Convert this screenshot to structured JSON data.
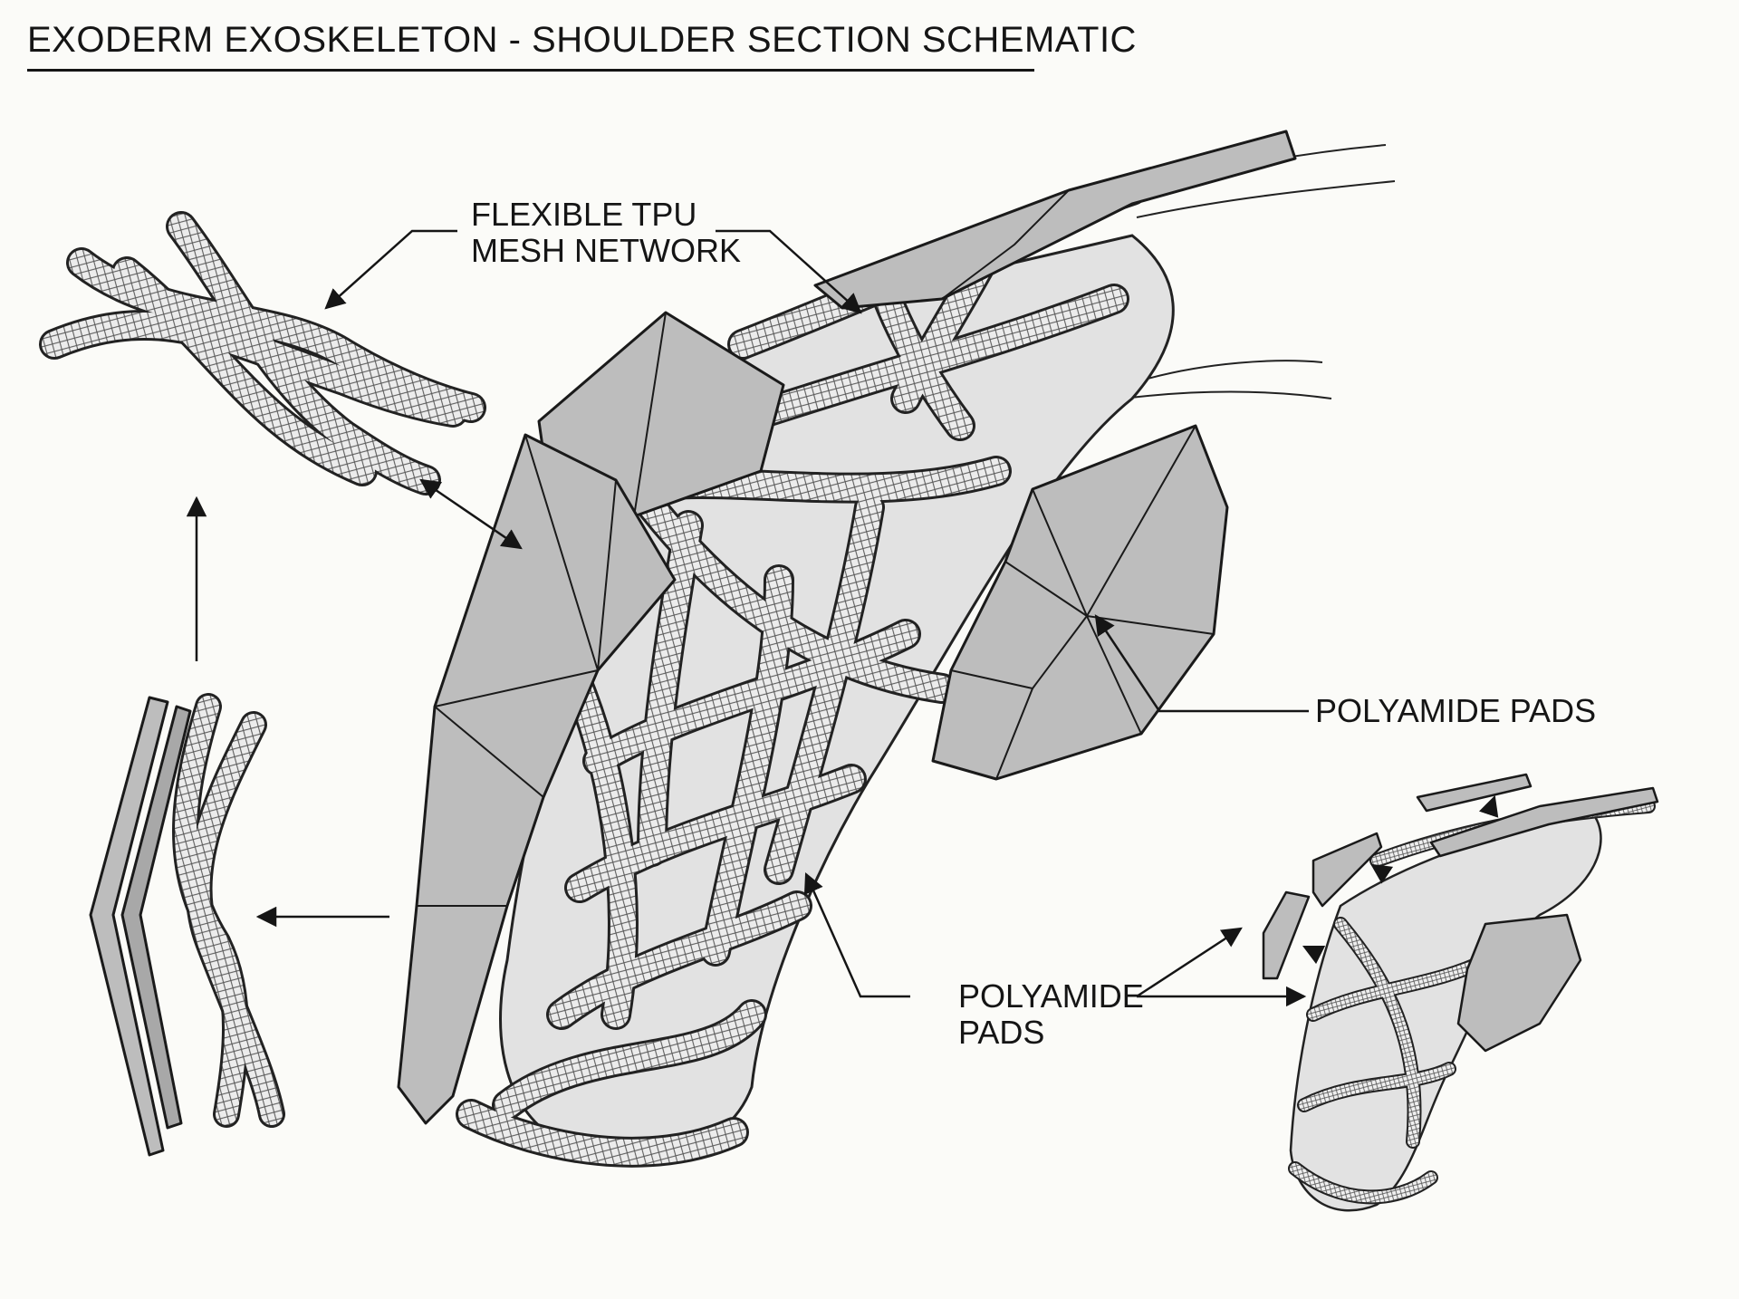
{
  "title": "EXODERM EXOSKELETON - SHOULDER SECTION SCHEMATIC",
  "labels": {
    "tpu_mesh": {
      "line1": "FLEXIBLE TPU",
      "line2": "MESH NETWORK"
    },
    "polyamide_pads_upper": "POLYAMIDE PADS",
    "polyamide_pads_lower": {
      "line1": "POLYAMIDE",
      "line2": "PADS"
    }
  },
  "colors": {
    "background": "#fbfbf8",
    "ink": "#1a1a1a",
    "pad_fill": "#bdbdbd",
    "pad_shade": "#a8a8a8",
    "mesh_fill": "#e4e4e4",
    "interior": "#dcdcdc"
  }
}
